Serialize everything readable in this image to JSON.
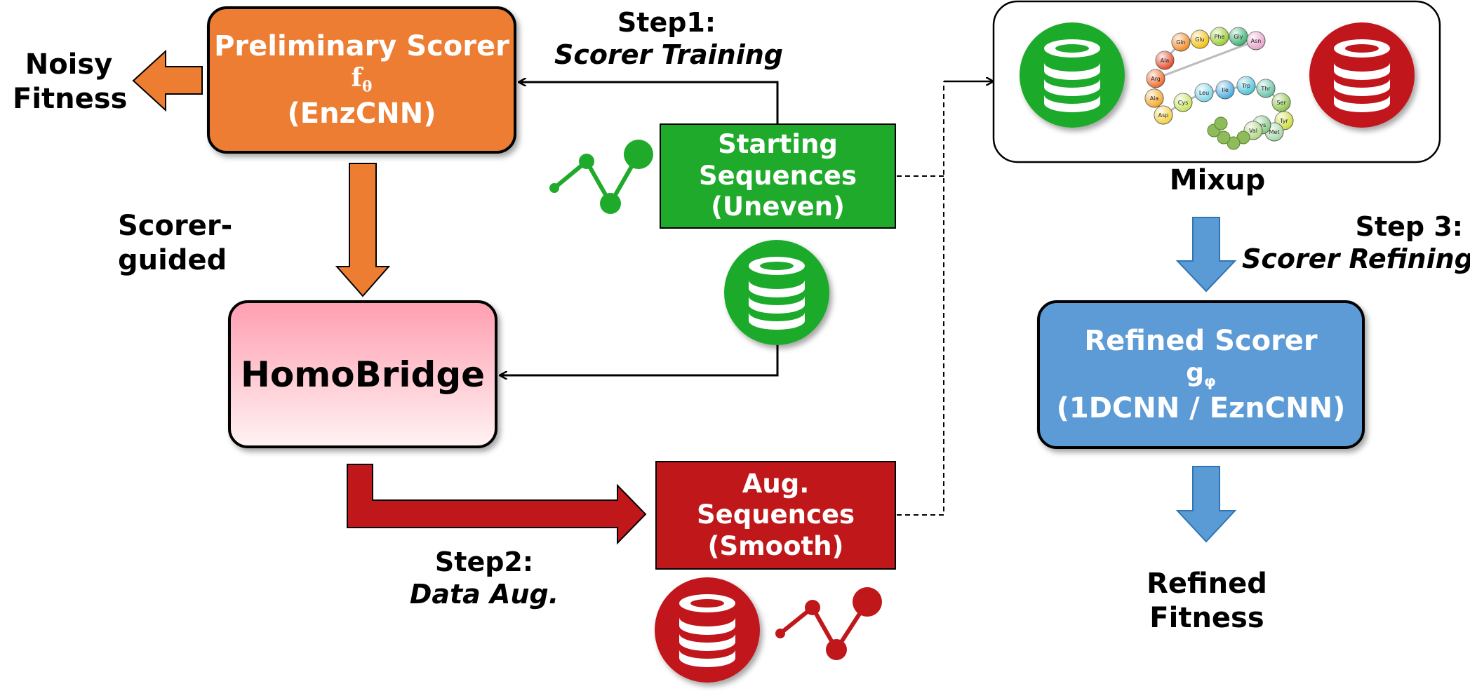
{
  "nodes": {
    "preliminary_scorer": {
      "title": "Preliminary Scorer",
      "symbol": "f",
      "symbol_sub": "θ",
      "model": "(EnzCNN)",
      "color": "#ED7D31"
    },
    "noisy_fitness": {
      "line1": "Noisy",
      "line2": "Fitness"
    },
    "homobridge": {
      "label": "HomoBridge",
      "color_top": "#FF9EB1",
      "color_bottom": "#FFF3F3"
    },
    "starting_sequences": {
      "line1": "Starting",
      "line2": "Sequences",
      "line3": "(Uneven)",
      "color": "#1FAA2B"
    },
    "aug_sequences": {
      "line1": "Aug.",
      "line2": "Sequences",
      "line3": "(Smooth)",
      "color": "#C0171B"
    },
    "mixup": {
      "label": "Mixup"
    },
    "refined_scorer": {
      "title": "Refined Scorer",
      "symbol": "g",
      "symbol_sub": "φ",
      "model": "(1DCNN / EznCNN)",
      "color": "#5B9BD5"
    },
    "refined_fitness": {
      "line1": "Refined",
      "line2": "Fitness"
    }
  },
  "edge_labels": {
    "scorer_guided": "Scorer-guided",
    "step1": {
      "title": "Step1:",
      "subtitle": "Scorer Training"
    },
    "step2": {
      "title": "Step2:",
      "subtitle": "Data Aug."
    },
    "step3": {
      "title": "Step 3:",
      "subtitle": "Scorer Refining"
    }
  },
  "protein_chain": {
    "residues": [
      "Ala",
      "Gln",
      "Glu",
      "Phe",
      "Gly",
      "Asn",
      "Arg",
      "Ala",
      "Asp",
      "Cys",
      "Leu",
      "Ile",
      "Trp",
      "Thr",
      "Ser",
      "Tyr",
      "Met",
      "Lys",
      "Val"
    ]
  },
  "colors": {
    "orange": "#ED7D31",
    "green": "#1FAA2B",
    "red": "#C0171B",
    "blue": "#5B9BD5",
    "pink": "#FF9EB1"
  }
}
